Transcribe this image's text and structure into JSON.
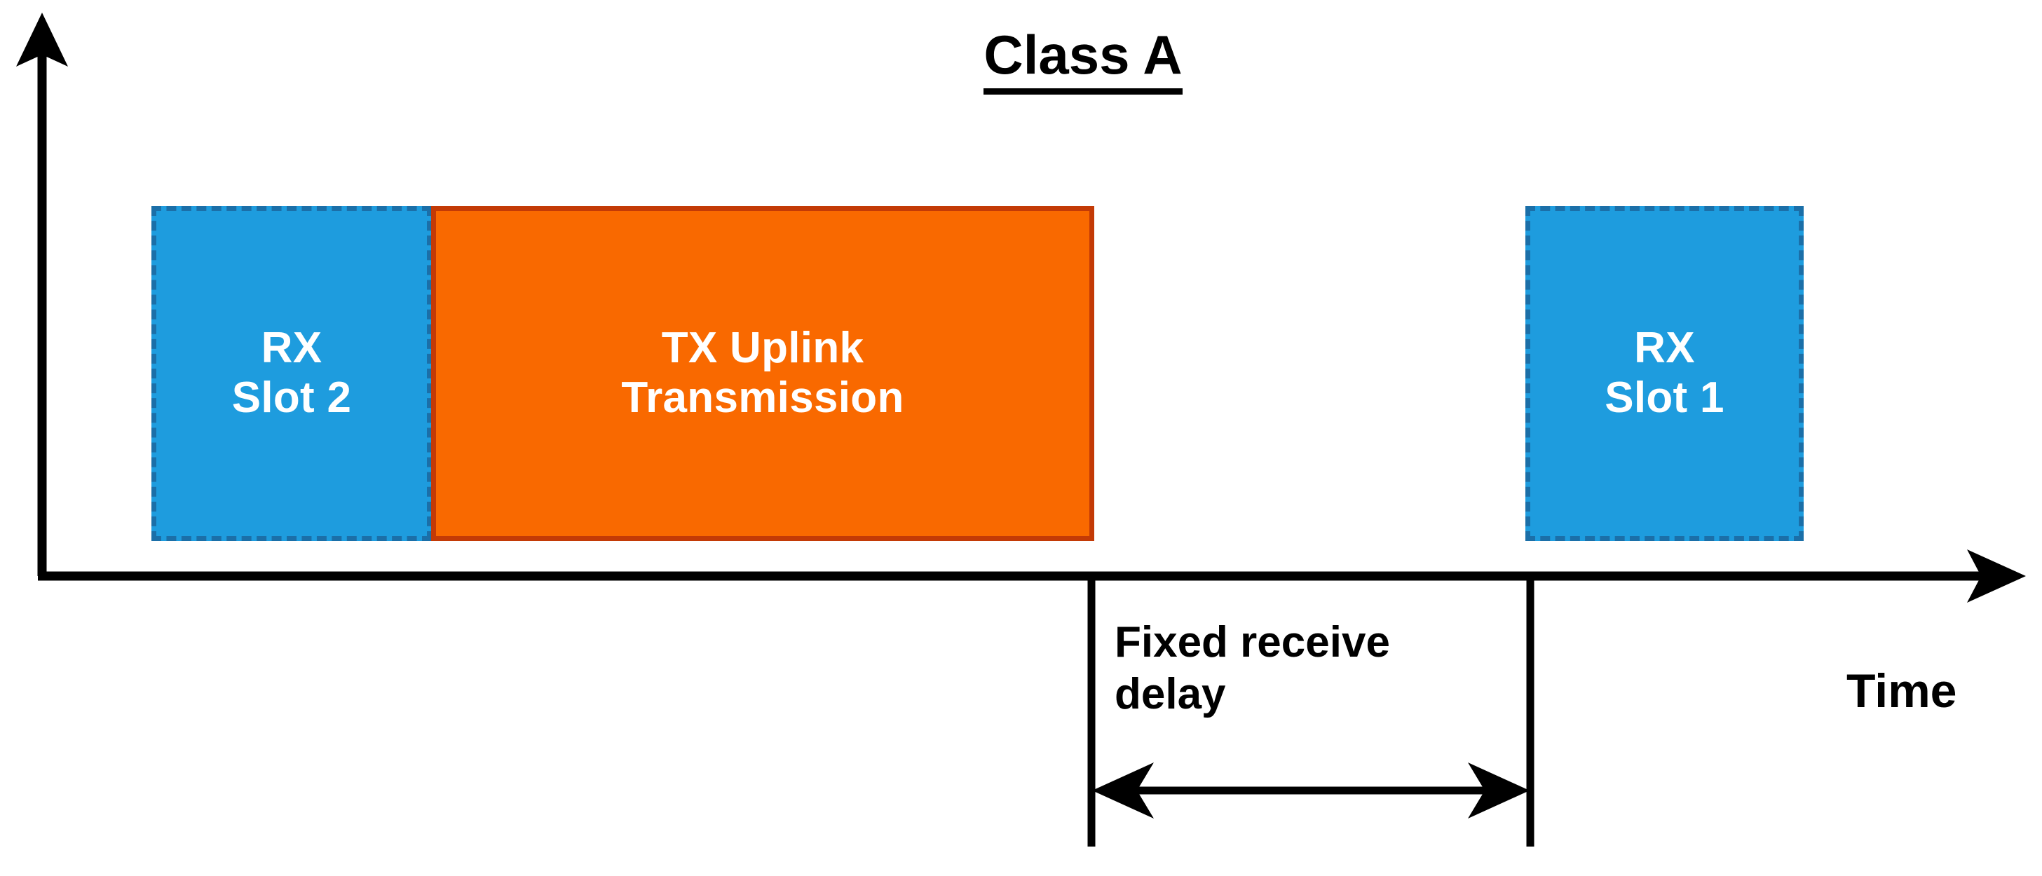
{
  "diagram": {
    "title": "Class A",
    "axis": {
      "x_label": "Time",
      "y_axis_name": "vertical-axis-arrow",
      "x_axis_name": "time-axis-arrow"
    },
    "blocks": [
      {
        "id": "rx-slot-2",
        "kind": "rx",
        "line1": "RX",
        "line2": "Slot 2",
        "fill": "#1E9CDE",
        "border": "#1B6FA8",
        "border_style": "dashed"
      },
      {
        "id": "tx-uplink",
        "kind": "tx",
        "line1": "TX Uplink",
        "line2": "Transmission",
        "fill": "#F96900",
        "border": "#C33A06",
        "border_style": "solid"
      },
      {
        "id": "rx-slot-1",
        "kind": "rx",
        "line1": "RX",
        "line2": "Slot 1",
        "fill": "#1E9CDE",
        "border": "#1B6FA8",
        "border_style": "dashed"
      }
    ],
    "measurement": {
      "label_line1": "Fixed receive",
      "label_line2": "delay",
      "arrow_style": "double-headed"
    },
    "colors": {
      "stroke": "#000000",
      "background": "#FFFFFF",
      "rx_fill": "#1E9CDE",
      "rx_border": "#1B6FA8",
      "tx_fill": "#F96900",
      "tx_border": "#C33A06"
    }
  }
}
